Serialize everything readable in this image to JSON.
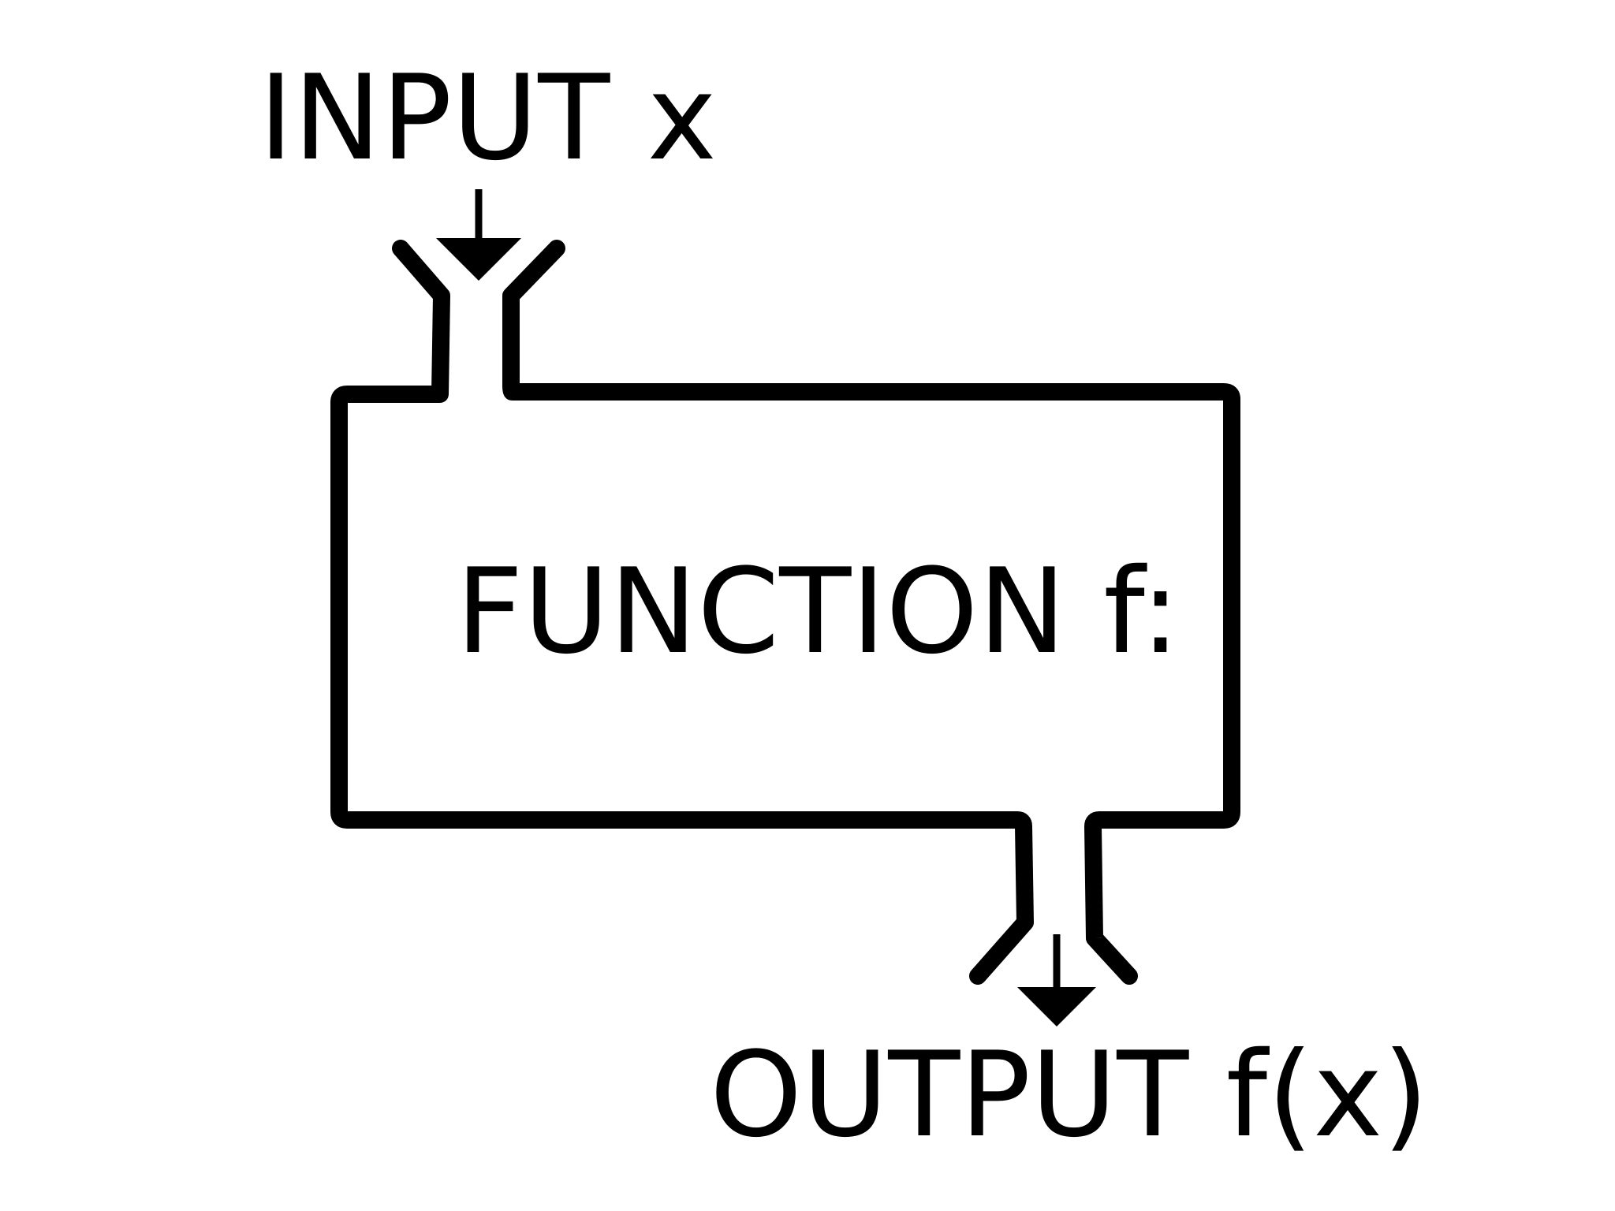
{
  "diagram": {
    "input_label": "INPUT x",
    "function_label": "FUNCTION f:",
    "output_label": "OUTPUT f(x)",
    "stroke_color": "#000000",
    "background_color": "#ffffff"
  }
}
